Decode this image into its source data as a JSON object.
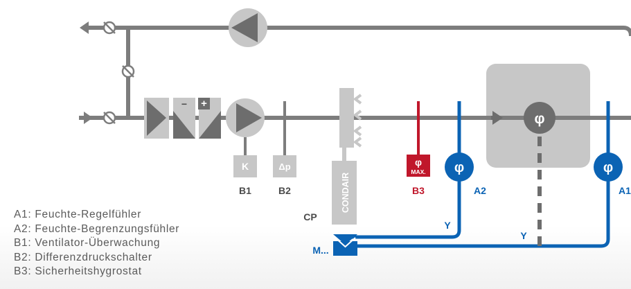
{
  "labels": {
    "k": "K",
    "dp": "Δp",
    "b1": "B1",
    "b2": "B2",
    "b3": "B3",
    "a1": "A1",
    "a2": "A2",
    "cp": "CP",
    "m": "M...",
    "condair": "CONDAIR",
    "y_left": "Y",
    "y_right": "Y",
    "phi": "φ",
    "max": "MAX.",
    "minus": "−",
    "plus": "+"
  },
  "legend": [
    {
      "code": "A1",
      "text": "Feuchte-Regelfühler"
    },
    {
      "code": "A2",
      "text": "Feuchte-Begrenzungsfühler"
    },
    {
      "code": "B1",
      "text": "Ventilator-Überwachung"
    },
    {
      "code": "B2",
      "text": "Differenzdruckschalter"
    },
    {
      "code": "B3",
      "text": "Sicherheitshygrostat"
    }
  ],
  "colors": {
    "duct": "#7d7d7d",
    "component": "#c7c7c7",
    "blue": "#0b63b4",
    "red": "#c0172b"
  }
}
